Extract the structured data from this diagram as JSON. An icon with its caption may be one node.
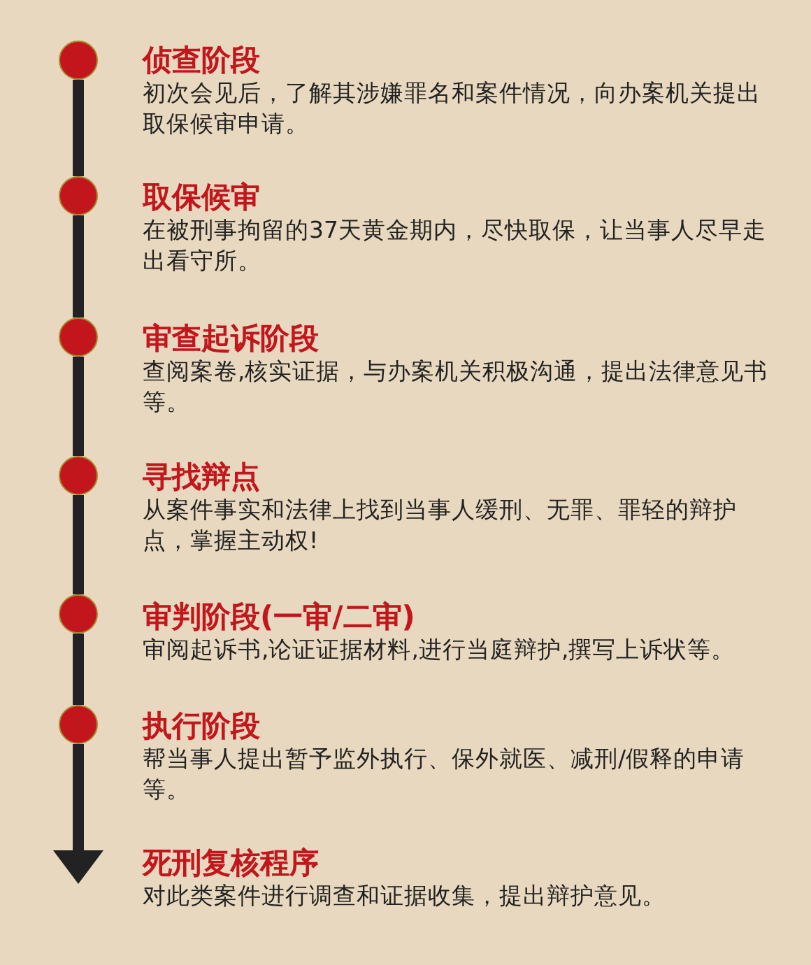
{
  "diagram": {
    "nodes": [
      {
        "text": [
          "侦查阶段",
          "初次会见后，了解其涉嫌罪名和案件情况，向办案机关提出取保候审申请。"
        ]
      },
      {
        "text": [
          "取保候审",
          "在被刑事拘留的37天黄金期内，尽快取保，让当事人尽早走出看守所。"
        ]
      },
      {
        "text": [
          "审查起诉阶段",
          "查阅案卷,核实证据，与办案机关积极沟通，提出法律意见书等。"
        ]
      },
      {
        "text": [
          "寻找辩点",
          "从案件事实和法律上找到当事人缓刑、无罪、罪轻的辩护点，掌握主动权!"
        ]
      },
      {
        "text": [
          "审判阶段(一审/二审)",
          "审阅起诉书,论证证据材料,进行当庭辩护,撰写上诉状等。"
        ]
      },
      {
        "text": [
          "执行阶段",
          "帮当事人提出暂予监外执行、保外就医、减刑/假释的申请等。"
        ]
      },
      {
        "text": [
          "死刑复核程序",
          "对此类案件进行调查和证据收集，提出辩护意见。"
        ]
      },
      {
        "text": [],
        "shape": "circle"
      },
      {
        "text": [],
        "shape": "circle"
      },
      {
        "text": [],
        "shape": "circle"
      },
      {
        "text": [],
        "shape": "circle"
      },
      {
        "text": [],
        "shape": "circle"
      },
      {
        "text": [],
        "shape": "circle"
      }
    ],
    "edges": [
      {
        "from": 7,
        "to": 8,
        "arrow": "none"
      },
      {
        "from": 8,
        "to": 9,
        "arrow": "none"
      },
      {
        "from": 9,
        "to": 10,
        "arrow": "none"
      },
      {
        "from": 10,
        "to": 11,
        "arrow": "none"
      },
      {
        "from": 11,
        "to": 12,
        "arrow": "none"
      },
      {
        "from": 12,
        "to": 6,
        "arrow": "to"
      }
    ]
  }
}
